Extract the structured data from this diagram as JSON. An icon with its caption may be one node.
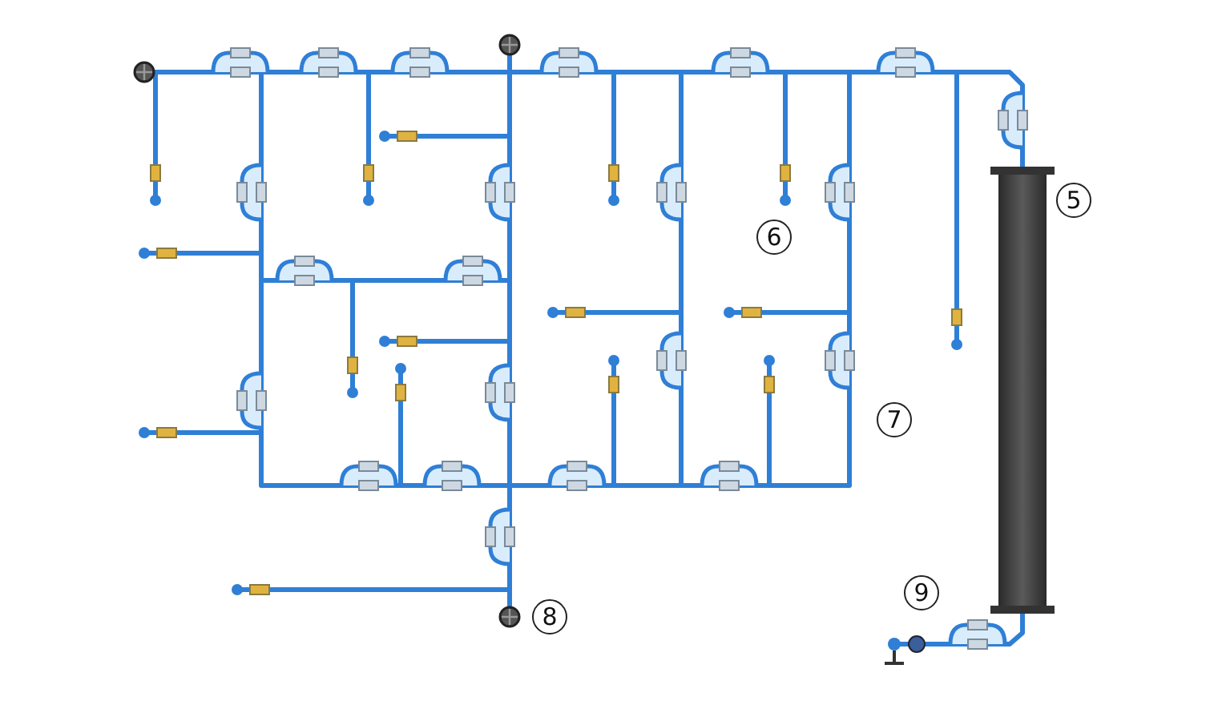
{
  "diagram": {
    "labels": [
      "5",
      "6",
      "7",
      "8",
      "9"
    ]
  }
}
